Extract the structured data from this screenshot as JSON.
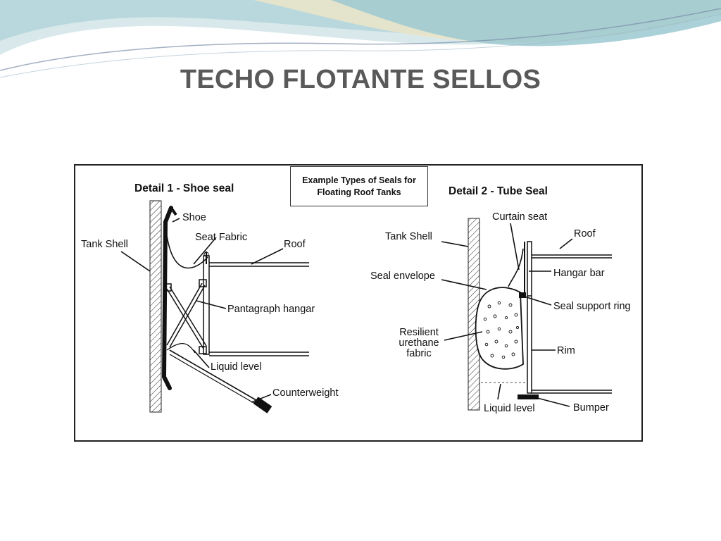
{
  "slide": {
    "title": "TECHO FLOTANTE SELLOS",
    "colors": {
      "title": "#595959",
      "wave_teal": "#8fc3cd",
      "wave_light": "#cfe3e6",
      "wave_sand": "#e7e2c6"
    }
  },
  "diagram": {
    "legend": {
      "line1": "Example Types of Seals for",
      "line2": "Floating Roof Tanks"
    },
    "detail1": {
      "title": "Detail 1 - Shoe seal",
      "labels": {
        "shoe": "Shoe",
        "tank_shell": "Tank Shell",
        "seat_fabric": "Seat Fabric",
        "roof": "Roof",
        "pantagraph_hangar": "Pantagraph hangar",
        "liquid_level": "Liquid level",
        "counterweight": "Counterweight"
      }
    },
    "detail2": {
      "title": "Detail 2 - Tube Seal",
      "labels": {
        "curtain_seat": "Curtain seat",
        "tank_shell": "Tank Shell",
        "roof": "Roof",
        "hangar_bar": "Hangar bar",
        "seal_envelope": "Seal envelope",
        "seal_support_ring": "Seal support ring",
        "resilient_1": "Resilient",
        "resilient_2": "urethane",
        "resilient_3": "fabric",
        "rim": "Rim",
        "liquid_level": "Liquid level",
        "bumper": "Bumper"
      }
    }
  }
}
